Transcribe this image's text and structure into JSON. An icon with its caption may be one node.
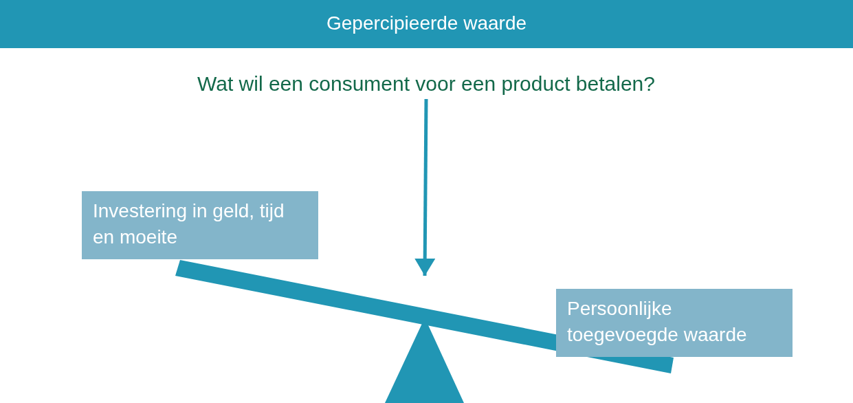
{
  "diagram": {
    "title": "Gepercipieerde waarde",
    "nodes": [
      {
        "text": [
          "Wat wil een consument voor een product betalen?"
        ]
      },
      {
        "text": [
          "Investering in geld, tijd en moeite"
        ]
      },
      {
        "text": [],
        "shape": "seesaw"
      },
      {
        "text": [
          "Persoonlijke toegevoegde waarde"
        ]
      }
    ],
    "edges": [
      {
        "from": 0,
        "to": 2,
        "arrow": "to"
      }
    ]
  }
}
